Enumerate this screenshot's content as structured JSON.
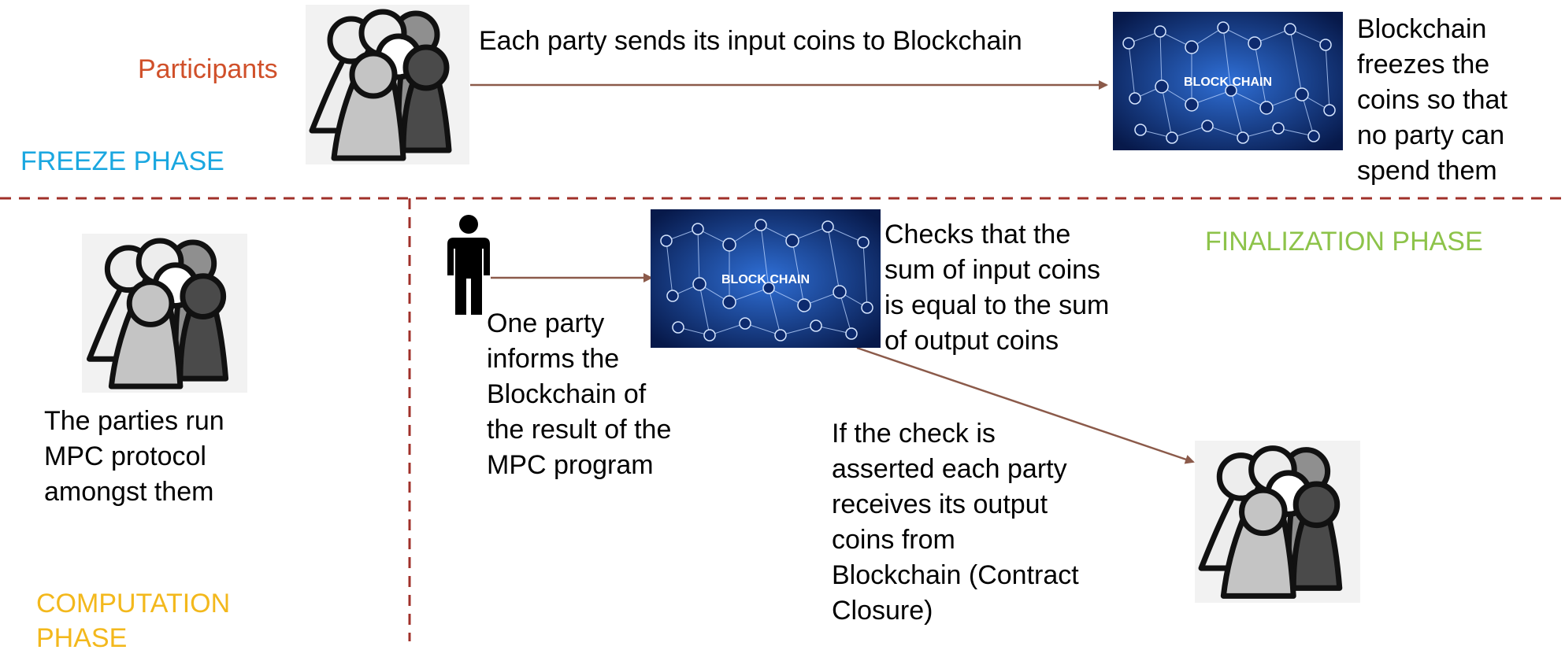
{
  "labels": {
    "participants": "Participants",
    "freeze_phase": "FREEZE PHASE",
    "computation_phase": "COMPUTATION\nPHASE",
    "finalization_phase": "FINALIZATION PHASE"
  },
  "colors": {
    "participants": "#d0502a",
    "freeze_phase": "#1aa7e0",
    "computation_phase": "#f3b81c",
    "finalization_phase": "#8dc34a",
    "arrow": "#8b5a4a",
    "divider": "#a0302a",
    "chain_bg": "#0d2a6e"
  },
  "icons": {
    "participants_group": "people-group-icon",
    "blockchain": "blockchain-network-icon",
    "single_party": "person-icon"
  },
  "blockchain_label": "BLOCK CHAIN",
  "steps": {
    "send_coins": "Each party sends its input coins to Blockchain",
    "freeze": "Blockchain\nfreezes the\ncoins so that\nno party can\nspend them",
    "run_mpc": "The parties run\nMPC protocol\namongst them",
    "inform": "One party\ninforms the\nBlockchain of\nthe result of the\nMPC program",
    "check": "Checks that the\nsum of input coins\nis equal to the sum\nof output coins",
    "receive": "If the check is\nasserted each party\nreceives its output\ncoins from\nBlockchain (Contract\nClosure)"
  }
}
